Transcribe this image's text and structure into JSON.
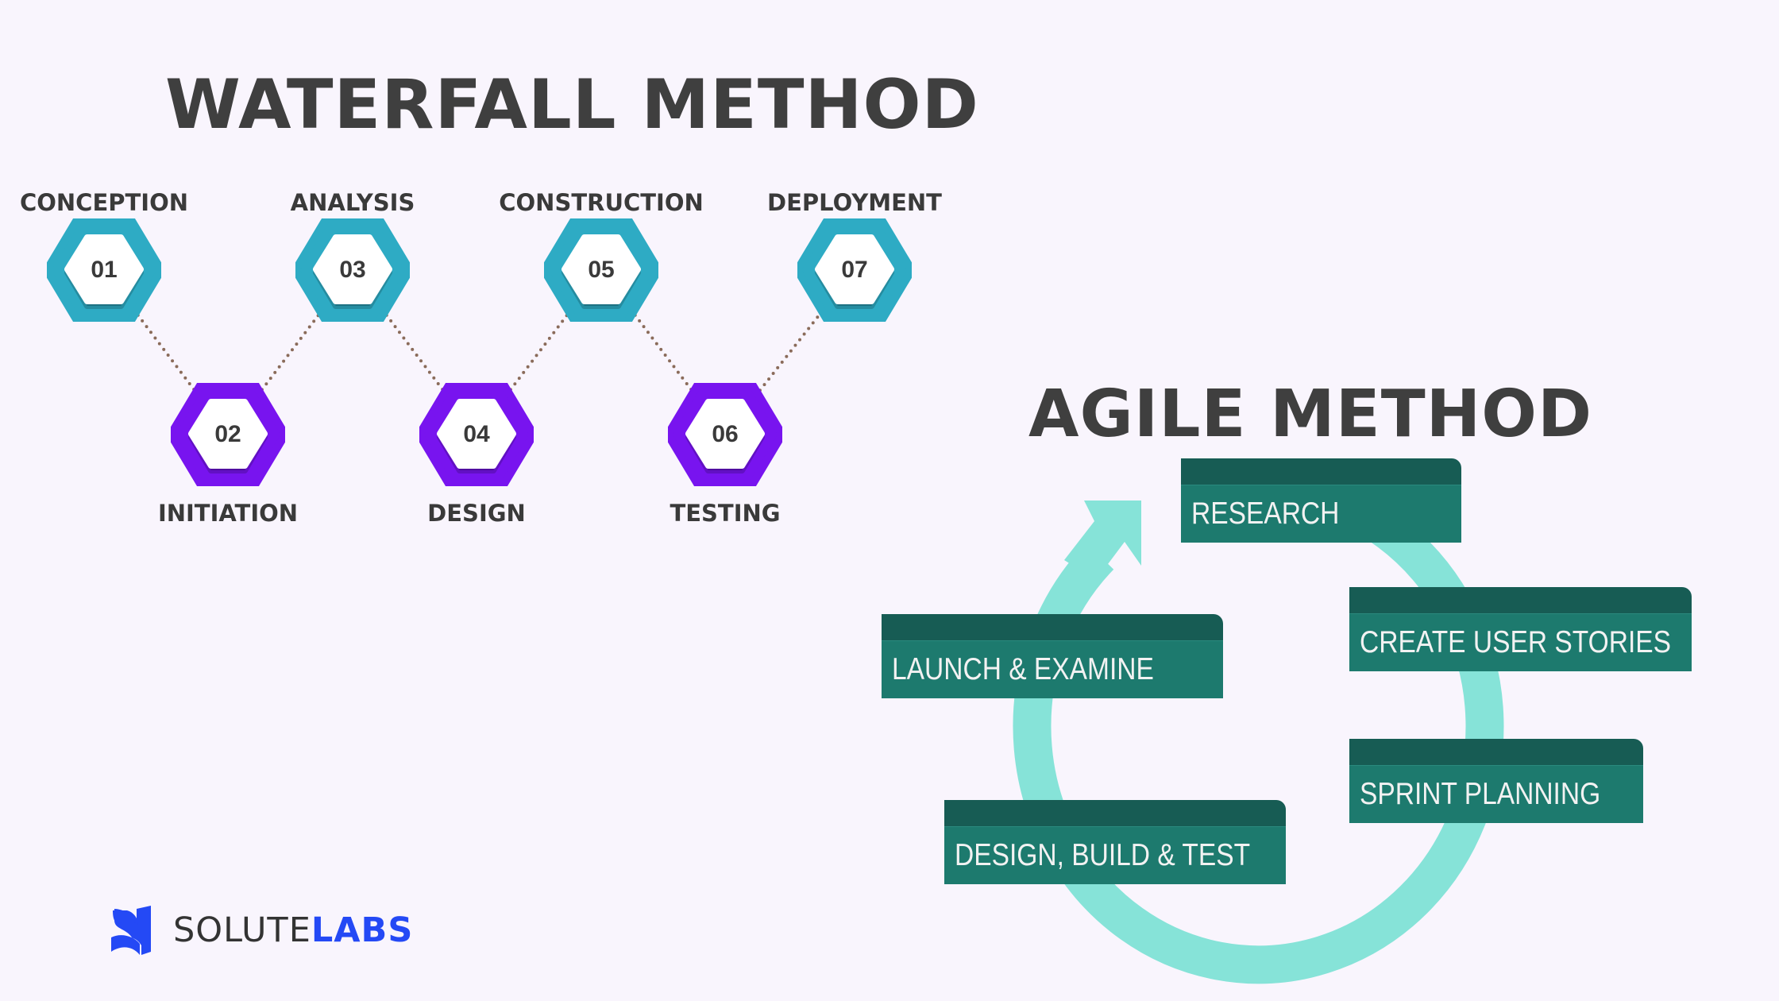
{
  "waterfall": {
    "title": "WATERFALL METHOD",
    "steps": [
      {
        "number": "01",
        "label": "CONCEPTION",
        "row": "top"
      },
      {
        "number": "02",
        "label": "INITIATION",
        "row": "bottom"
      },
      {
        "number": "03",
        "label": "ANALYSIS",
        "row": "top"
      },
      {
        "number": "04",
        "label": "DESIGN",
        "row": "bottom"
      },
      {
        "number": "05",
        "label": "CONSTRUCTION",
        "row": "top"
      },
      {
        "number": "06",
        "label": "TESTING",
        "row": "bottom"
      },
      {
        "number": "07",
        "label": "DEPLOYMENT",
        "row": "top"
      }
    ],
    "colors": {
      "top": "#2eabc4",
      "bottom": "#7814ef",
      "connector": "#8a6b5a"
    }
  },
  "agile": {
    "title": "AGILE METHOD",
    "stages": [
      {
        "label": "RESEARCH"
      },
      {
        "label": "CREATE USER STORIES"
      },
      {
        "label": "SPRINT PLANNING"
      },
      {
        "label": "DESIGN, BUILD & TEST"
      },
      {
        "label": "LAUNCH & EXAMINE"
      }
    ],
    "colors": {
      "cycle": "#86e3d8",
      "card_tab": "#175c54",
      "card_body": "#1d7a6e"
    }
  },
  "logo": {
    "part1": "SOLUTE",
    "part2": "LABS",
    "icon": "solutelabs-s-icon",
    "color": "#2449f5"
  }
}
